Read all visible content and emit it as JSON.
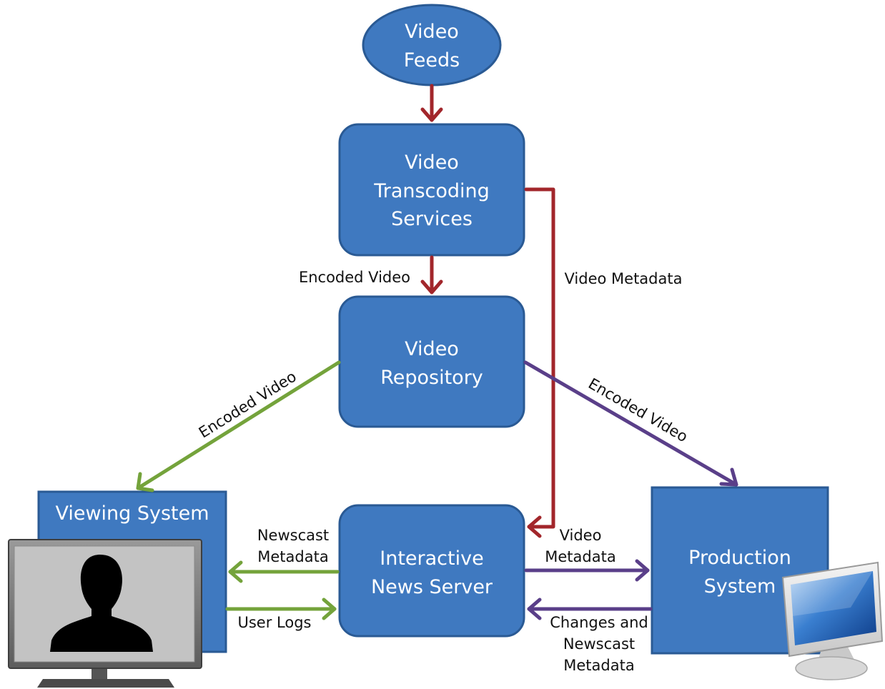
{
  "colors": {
    "box_fill": "#3f79c0",
    "box_stroke": "#2a5a94",
    "arrow_red": "#a2262b",
    "arrow_green": "#74a33b",
    "arrow_purple": "#5a3f89"
  },
  "nodes": {
    "video_feeds": [
      "Video",
      "Feeds"
    ],
    "transcoding": [
      "Video",
      "Transcoding",
      "Services"
    ],
    "repository": [
      "Video",
      "Repository"
    ],
    "viewing": [
      "Viewing System"
    ],
    "news_server": [
      "Interactive",
      "News Server"
    ],
    "production": [
      "Production",
      "System"
    ]
  },
  "edges": {
    "transcode_to_repo": [
      "Encoded Video"
    ],
    "transcode_to_server": [
      "Video Metadata"
    ],
    "repo_to_viewing": [
      "Encoded Video"
    ],
    "repo_to_production": [
      "Encoded Video"
    ],
    "server_to_viewing": [
      "Newscast",
      "Metadata"
    ],
    "viewing_to_server": [
      "User Logs"
    ],
    "server_to_production": [
      "Video",
      "Metadata"
    ],
    "production_to_server": [
      "Changes and",
      "Newscast",
      "Metadata"
    ]
  },
  "icons": {
    "viewing_monitor": "monitor-with-person-silhouette",
    "production_monitor": "desktop-monitor"
  }
}
